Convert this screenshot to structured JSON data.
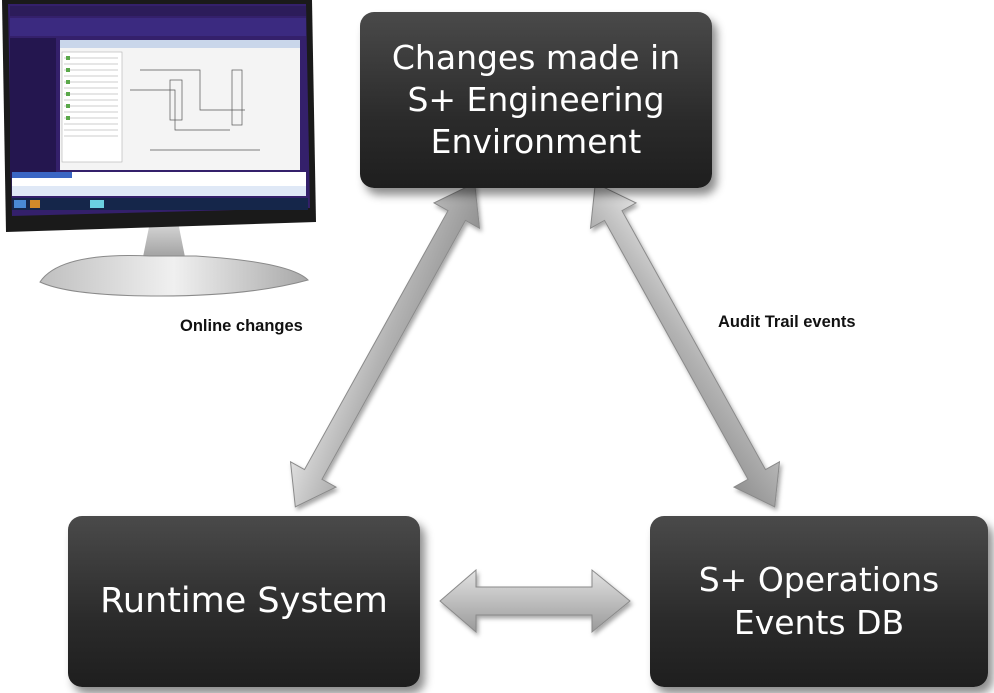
{
  "nodes": {
    "engineering": {
      "label": "Changes made in\nS+ Engineering\nEnvironment"
    },
    "runtime": {
      "label": "Runtime System"
    },
    "operations": {
      "label": "S+ Operations\nEvents DB"
    }
  },
  "edges": {
    "online_changes": {
      "label": "Online changes",
      "from": "engineering",
      "to": "runtime",
      "direction": "bidirectional"
    },
    "audit_trail": {
      "label": "Audit Trail events",
      "from": "engineering",
      "to": "operations",
      "direction": "bidirectional"
    },
    "runtime_ops": {
      "label": "",
      "from": "runtime",
      "to": "operations",
      "direction": "bidirectional"
    }
  },
  "colors": {
    "box_fill": "#2b2b2b",
    "box_text": "#ffffff",
    "arrow_fill": "#b8b8b8",
    "monitor_screen": "#2a1a6e"
  },
  "icons": {
    "computer": "desktop-monitor-icon"
  }
}
